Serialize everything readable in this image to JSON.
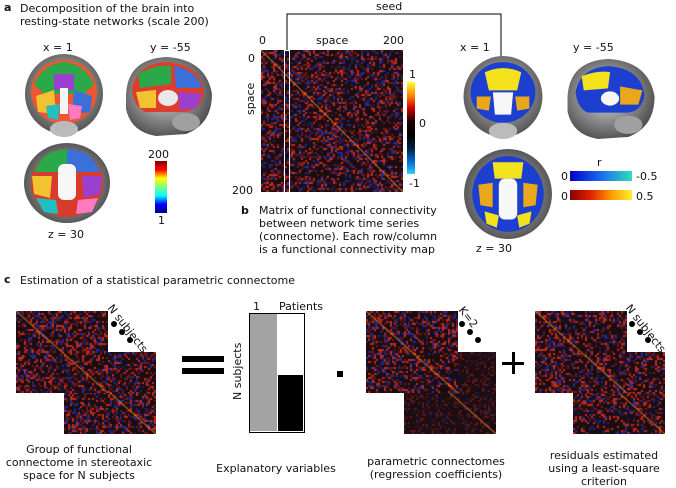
{
  "panel_a": {
    "letter": "a",
    "title_line1": "Decomposition of the brain into",
    "title_line2": "resting-state networks (scale 200)",
    "coord_x": "x = 1",
    "coord_y": "y = -55",
    "coord_z": "z = 30",
    "colorbar_max": "200",
    "colorbar_min": "1"
  },
  "seed": {
    "label": "seed"
  },
  "matrix": {
    "top_left": "0",
    "top_mid": "space",
    "top_right": "200",
    "left_top": "0",
    "left_mid": "space",
    "left_bottom": "200",
    "cbar_max": "1",
    "cbar_mid": "0",
    "cbar_min": "-1"
  },
  "panel_b": {
    "letter": "b",
    "line1": "Matrix of functional connectivity",
    "line2": "between network time series",
    "line3": "(connectome). Each row/column",
    "line4": "is a functional connectivity map"
  },
  "right_brain": {
    "coord_x": "x = 1",
    "coord_y": "y = -55",
    "coord_z": "z = 30",
    "r_label": "r",
    "neg_zero": "0",
    "neg_end": "-0.5",
    "pos_zero": "0",
    "pos_end": "0.5"
  },
  "panel_c": {
    "letter": "c",
    "title": "Estimation of a statistical parametric connectome",
    "n_subjects_1": "N subjects",
    "n_subjects_2": "N subjects",
    "n_subjects_axis": "N subjects",
    "k_label": "K=2",
    "design_one": "1",
    "design_patients": "Patients",
    "caption1_line1": "Group of functional",
    "caption1_line2": "connectome in stereotaxic",
    "caption1_line3": "space for N subjects",
    "caption2": "Explanatory variables",
    "caption3_line1": "parametric connectomes",
    "caption3_line2": "(regression coefficients)",
    "caption4_line1": "residuals estimated",
    "caption4_line2": "using a least-square",
    "caption4_line3": "criterion"
  },
  "colors": {
    "matrix_bg": "#1a0d12",
    "diag": "#ff8c1a",
    "jet": [
      "#00007f",
      "#0000ff",
      "#00ffff",
      "#7fff7f",
      "#ffff00",
      "#ff0000",
      "#7f0000"
    ]
  }
}
